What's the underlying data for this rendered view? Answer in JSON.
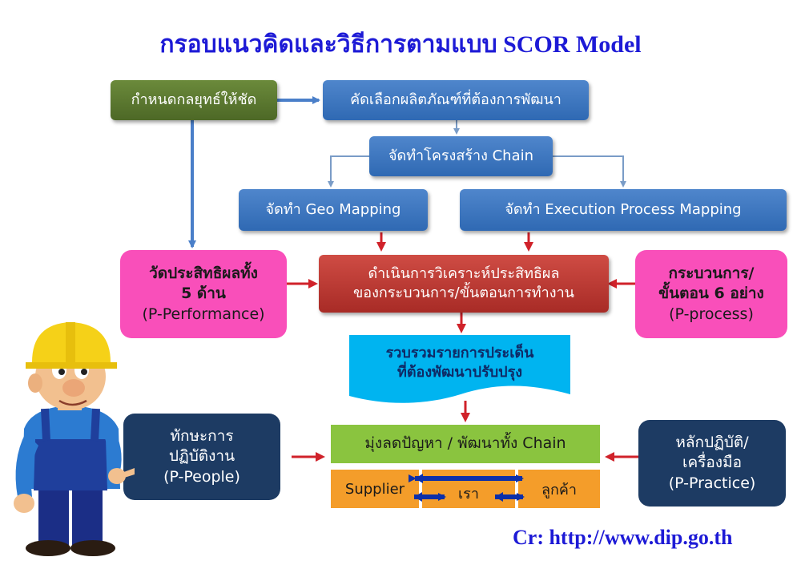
{
  "title": "กรอบแนวคิดและวิธีการตามแบบ SCOR Model",
  "credit": "Cr: http://www.dip.go.th",
  "boxes": {
    "strategy": "กำหนดกลยุทธ์ให้ชัด",
    "select_product": "คัดเลือกผลิตภัณฑ์ที่ต้องการพัฒนา",
    "chain_structure": "จัดทำโครงสร้าง Chain",
    "geo_mapping": "จัดทำ Geo Mapping",
    "execution_mapping": "จัดทำ Execution Process Mapping",
    "analysis": {
      "line1": "ดำเนินการวิเคราะห์ประสิทธิผล",
      "line2": "ของกระบวนการ/ขั้นตอนการทำงาน"
    },
    "performance": {
      "line1": "วัดประสิทธิผลทั้ง",
      "line2": "5 ด้าน",
      "line3": "(P-Performance)"
    },
    "process": {
      "line1": "กระบวนการ/",
      "line2": "ขั้นตอน 6 อย่าง",
      "line3": "(P-process)"
    },
    "collect_issues": {
      "line1": "รวบรวมรายการประเด็น",
      "line2": "ที่ต้องพัฒนาปรับปรุง"
    },
    "people": {
      "line1": "ทักษะการ",
      "line2": "ปฏิบัติงาน",
      "line3": "(P-People)"
    },
    "reduce_problems": "มุ่งลดปัญหา / พัฒนาทั้ง  Chain",
    "practice": {
      "line1": "หลักปฏิบัติ/",
      "line2": "เครื่องมือ",
      "line3": "(P-Practice)"
    },
    "supplier": "Supplier",
    "us": "เรา",
    "customer": "ลูกค้า"
  },
  "colors": {
    "title": "#1d1ad6",
    "blue_box": "#3a74bf",
    "olive_box": "#5b7a2e",
    "red_box": "#b8342e",
    "pink_box": "#f94fba",
    "navy_box": "#1d3b63",
    "green_box": "#8ac43f",
    "orange_box": "#f49d2a",
    "red_arrow": "#d0222a",
    "blue_arrow": "#4a7fc9"
  }
}
